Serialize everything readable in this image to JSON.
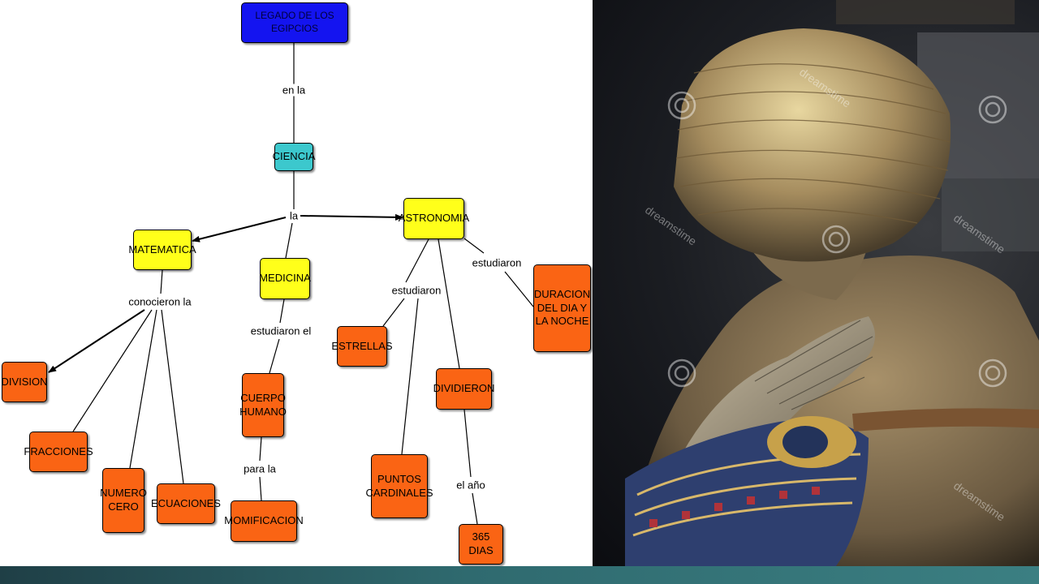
{
  "colors": {
    "blue": "#1414f0",
    "teal": "#3cc8cd",
    "yellow": "#ffff1a",
    "orange": "#fa6414",
    "footer": "#2f6a6f"
  },
  "nodes": {
    "legado": "LEGADO DE LOS EGIPCIOS",
    "ciencia": "CIENCIA",
    "matematica": "MATEMATICA",
    "medicina": "MEDICINA",
    "astronomia": "ASTRONOMIA",
    "division": "DIVISION",
    "fracciones": "FRACCIONES",
    "numero_cero": "NUMERO CERO",
    "ecuaciones": "ECUACIONES",
    "cuerpo_humano": "CUERPO HUMANO",
    "momificacion": "MOMIFICACION",
    "estrellas": "ESTRELLAS",
    "puntos_cardinales": "PUNTOS CARDINALES",
    "dividieron": "DIVIDIERON",
    "dias_365": "365 DIAS",
    "duracion": "DURACION DEL DIA Y LA NOCHE"
  },
  "links": {
    "en_la": "en la",
    "la": "la",
    "conocieron_la": "conocieron la",
    "estudiaron_el": "estudiaron el",
    "para_la": "para la",
    "estudiaron_1": "estudiaron",
    "estudiaron_2": "estudiaron",
    "el_ano": "el año"
  },
  "photo": {
    "watermark": "dreamstime"
  }
}
